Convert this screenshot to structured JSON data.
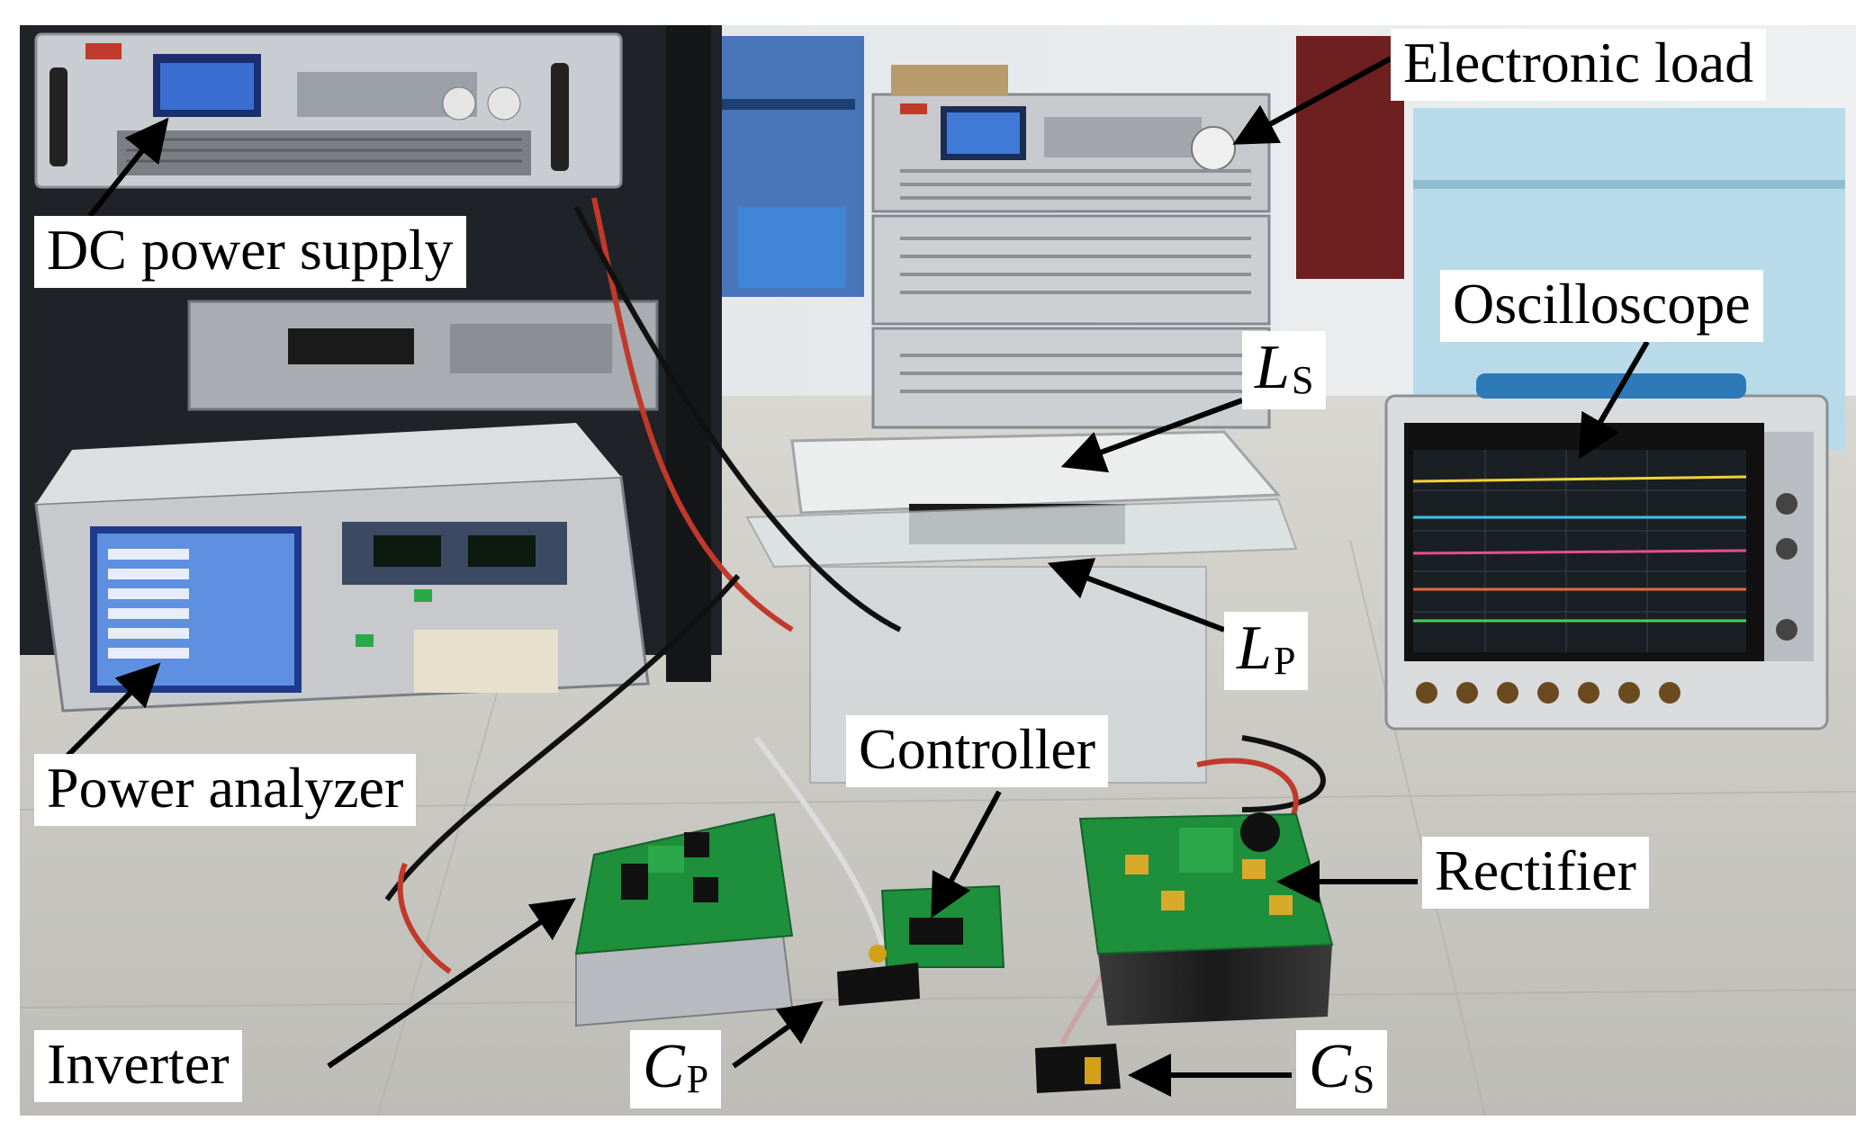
{
  "figure": {
    "colors": {
      "floor": "#c9c8c3",
      "wall": "#e6e8ea",
      "rack": "#1f2226",
      "instrument_gray": "#c9ccd0",
      "pcb_green": "#1e8f3a",
      "screen_blue": "#2f5fb8",
      "arrow": "#000000",
      "label_bg": "#ffffff"
    },
    "labels": {
      "electronic_load": "Electronic load",
      "dc_power_supply": "DC power supply",
      "oscilloscope": "Oscilloscope",
      "ls_symbol": "L",
      "ls_subscript": "S",
      "lp_symbol": "L",
      "lp_subscript": "P",
      "controller": "Controller",
      "power_analyzer": "Power analyzer",
      "rectifier": "Rectifier",
      "inverter": "Inverter",
      "cp_symbol": "C",
      "cp_subscript": "P",
      "cs_symbol": "C",
      "cs_subscript": "S"
    }
  }
}
